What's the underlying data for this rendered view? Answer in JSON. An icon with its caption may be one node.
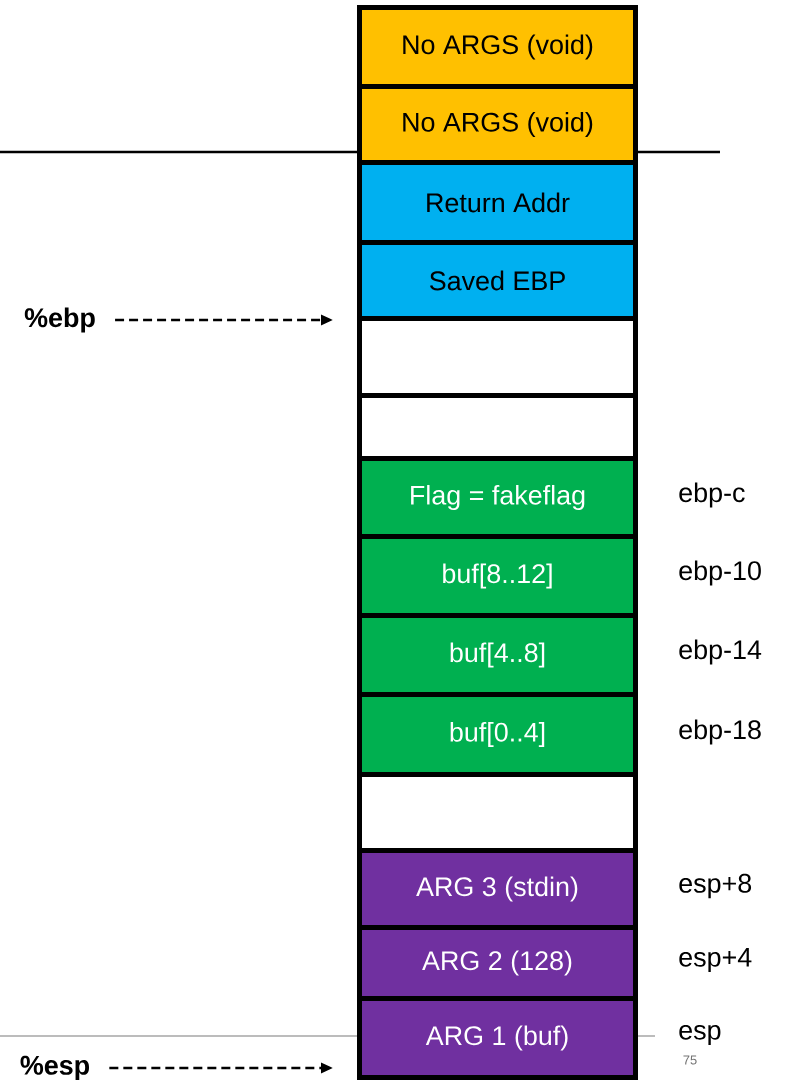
{
  "diagram": {
    "nodes": [
      {
        "text": [
          "No ARGS (void)"
        ]
      },
      {
        "text": [
          "No ARGS (void)"
        ]
      },
      {
        "text": [
          "Return Addr"
        ]
      },
      {
        "text": [
          "Saved EBP"
        ]
      },
      {
        "text": [],
        "shape": "box"
      },
      {
        "text": [],
        "shape": "box"
      },
      {
        "text": [
          "Flag = fakeflag"
        ],
        "beside": [
          "ebp-c"
        ]
      },
      {
        "text": [
          "buf[8..12]"
        ],
        "beside": [
          "ebp-10"
        ]
      },
      {
        "text": [
          "buf[4..8]"
        ],
        "beside": [
          "ebp-14"
        ]
      },
      {
        "text": [
          "buf[0..4]"
        ],
        "beside": [
          "ebp-18"
        ]
      },
      {
        "text": [],
        "shape": "box"
      },
      {
        "text": [
          "ARG 3 (stdin)"
        ],
        "beside": [
          "esp+8"
        ]
      },
      {
        "text": [
          "ARG 2 (128)"
        ],
        "beside": [
          "esp+4"
        ]
      },
      {
        "text": [
          "ARG 1 (buf)"
        ],
        "beside": [
          "esp"
        ]
      },
      {
        "text": [
          "%ebp"
        ]
      },
      {
        "text": [
          "%esp"
        ]
      }
    ],
    "edges": [
      {
        "from": 14,
        "to": 3,
        "arrow": "to",
        "style": "dashed"
      },
      {
        "from": 15,
        "to": 13,
        "arrow": "to",
        "style": "dashed"
      }
    ],
    "labels": [
      "75"
    ]
  }
}
